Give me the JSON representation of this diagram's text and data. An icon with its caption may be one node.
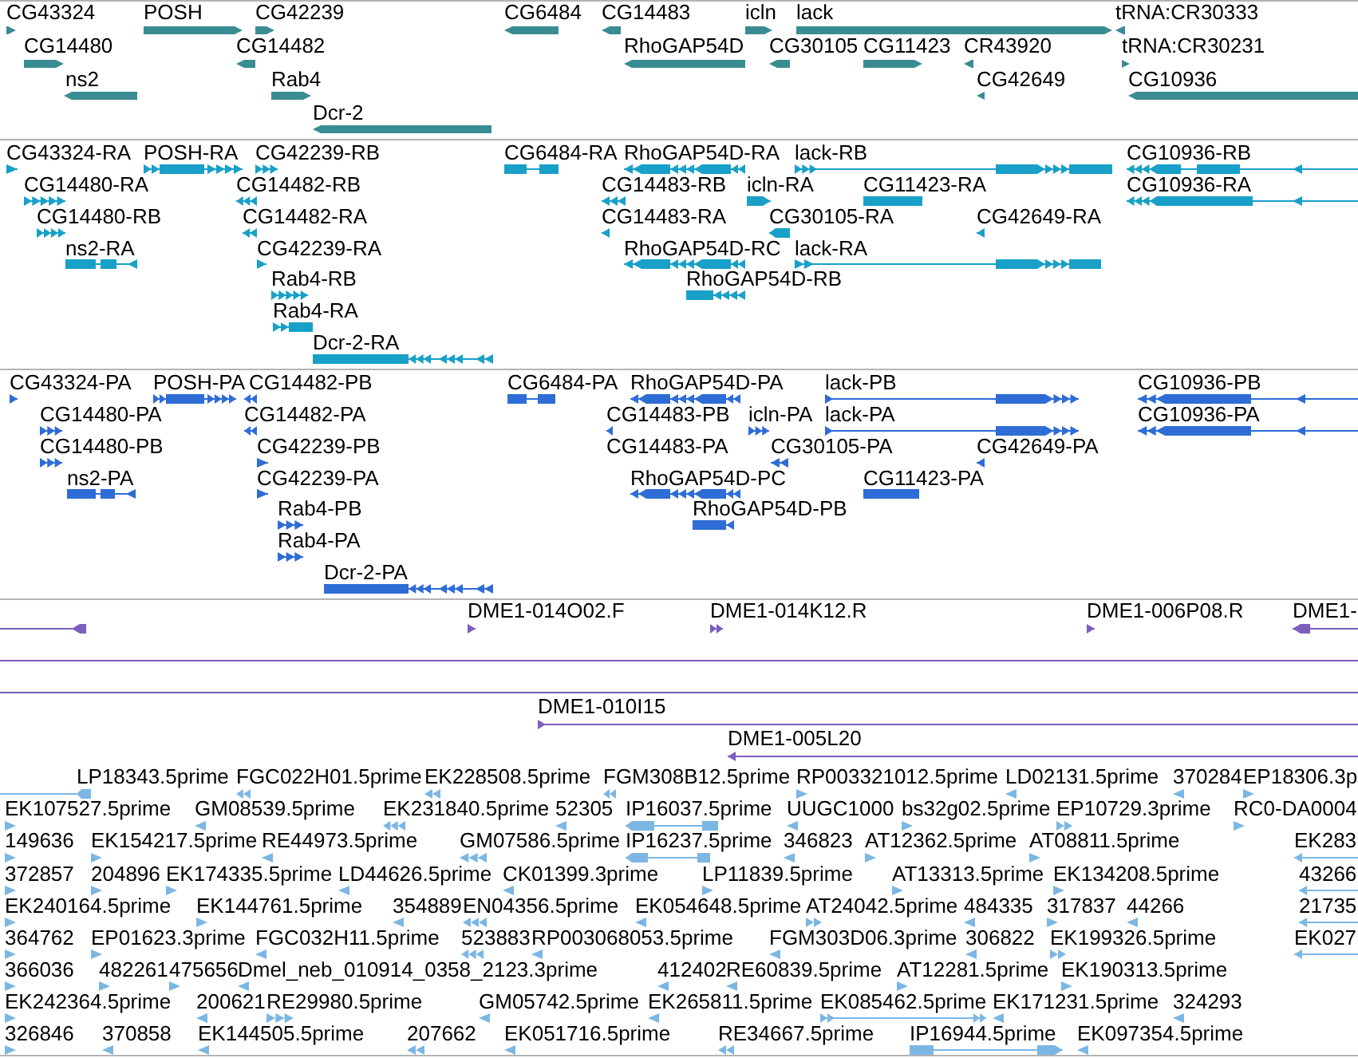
{
  "diagram": {
    "labels": [
      "CG43324",
      "POSH",
      "CG42239",
      "CG6484",
      "CG14483",
      "icln",
      "lack",
      "tRNA:CR30333",
      "CG14480",
      "CG14482",
      "RhoGAP54D",
      "CG30105",
      "CG11423",
      "CR43920",
      "tRNA:CR30231",
      "ns2",
      "Rab4",
      "CG42649",
      "CG10936",
      "Dcr-2",
      "CG43324-RA",
      "POSH-RA",
      "CG42239-RB",
      "CG6484-RA",
      "RhoGAP54D-RA",
      "lack-RB",
      "CG10936-RB",
      "CG14480-RA",
      "CG14482-RB",
      "CG14483-RB",
      "icln-RA",
      "CG11423-RA",
      "CG10936-RA",
      "CG14480-RB",
      "CG14482-RA",
      "CG14483-RA",
      "CG30105-RA",
      "CG42649-RA",
      "ns2-RA",
      "CG42239-RA",
      "RhoGAP54D-RC",
      "lack-RA",
      "Rab4-RB",
      "RhoGAP54D-RB",
      "Rab4-RA",
      "Dcr-2-RA",
      "CG43324-PA",
      "POSH-PA",
      "CG14482-PB",
      "CG6484-PA",
      "RhoGAP54D-PA",
      "lack-PB",
      "CG10936-PB",
      "CG14480-PA",
      "CG14482-PA",
      "CG14483-PB",
      "icln-PA",
      "lack-PA",
      "CG10936-PA",
      "CG14480-PB",
      "CG42239-PB",
      "CG14483-PA",
      "CG30105-PA",
      "CG42649-PA",
      "ns2-PA",
      "CG42239-PA",
      "RhoGAP54D-PC",
      "CG11423-PA",
      "Rab4-PB",
      "RhoGAP54D-PB",
      "Rab4-PA",
      "Dcr-2-PA",
      "DME1-014O02.F",
      "DME1-014K12.R",
      "DME1-006P08.R",
      "DME1-",
      "DME1-010I15",
      "DME1-005L20",
      "LP18343.5prime",
      "FGC022H01.5prime",
      "EK228508.5prime",
      "FGM308B12.5prime",
      "RP003321012.5prime",
      "LD02131.5prime",
      "370284",
      "EP18306.3p",
      "EK107527.5prime",
      "GM08539.5prime",
      "EK231840.5prime",
      "52305",
      "IP16037.5prime",
      "UUGC1000",
      "bs32g02.5prime",
      "EP10729.3prime",
      "RC0-DA0004",
      "149636",
      "EK154217.5prime",
      "RE44973.5prime",
      "GM07586.5prime",
      "IP16237.5prime",
      "346823",
      "AT12362.5prime",
      "AT08811.5prime",
      "EK283",
      "372857",
      "204896",
      "EK174335.5prime",
      "LD44626.5prime",
      "CK01399.3prime",
      "LP11839.5prime",
      "AT13313.5prime",
      "EK134208.5prime",
      "43266",
      "EK240164.5prime",
      "EK144761.5prime",
      "354889",
      "EN04356.5prime",
      "EK054648.5prime",
      "AT24042.5prime",
      "484335",
      "317837",
      "44266",
      "21735",
      "364762",
      "EP01623.3prime",
      "FGC032H11.5prime",
      "523883",
      "RP003068053.5prime",
      "FGM303D06.3prime",
      "306822",
      "EK199326.5prime",
      "EK027",
      "366036",
      "482261",
      "475656",
      "Dmel_neb_010914_0358_2123.3prime",
      "412402",
      "RE60839.5prime",
      "AT12281.5prime",
      "EK190313.5prime",
      "EK242364.5prime",
      "200621",
      "RE29980.5prime",
      "GM05742.5prime",
      "EK265811.5prime",
      "EK085462.5prime",
      "EK171231.5prime",
      "324293",
      "326846",
      "370858",
      "EK144505.5prime",
      "207662",
      "EK051716.5prime",
      "RE34667.5prime",
      "IP16944.5prime",
      "EK097354.5prime"
    ]
  }
}
